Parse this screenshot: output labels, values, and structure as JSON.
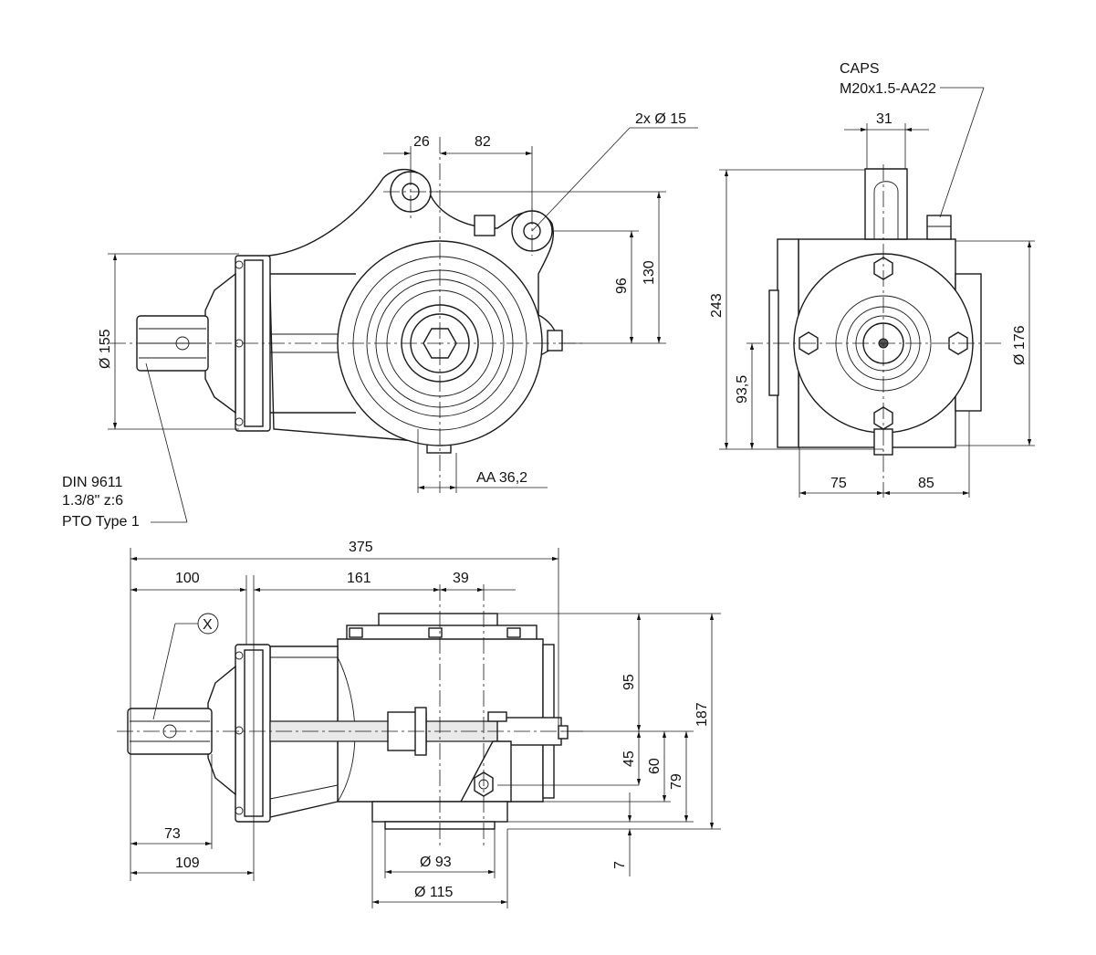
{
  "dims": {
    "top_26": "26",
    "top_82": "82",
    "holes": "2x Ø 15",
    "d96": "96",
    "d130": "130",
    "phi155": "Ø 155",
    "aa362": "AA 36,2",
    "caps1": "CAPS",
    "caps2": "M20x1.5-AA22",
    "d31": "31",
    "d243": "243",
    "d935": "93,5",
    "phi176": "Ø 176",
    "d75": "75",
    "d85": "85",
    "din1": "DIN 9611",
    "din2": "1.3/8\" z:6",
    "din3": "PTO Type 1",
    "d375": "375",
    "d100": "100",
    "d161": "161",
    "d39": "39",
    "marker_x": "X",
    "d95": "95",
    "d187": "187",
    "d45": "45",
    "d60": "60",
    "d79": "79",
    "d73": "73",
    "d109": "109",
    "phi93": "Ø 93",
    "phi115": "Ø 115",
    "d7": "7"
  }
}
